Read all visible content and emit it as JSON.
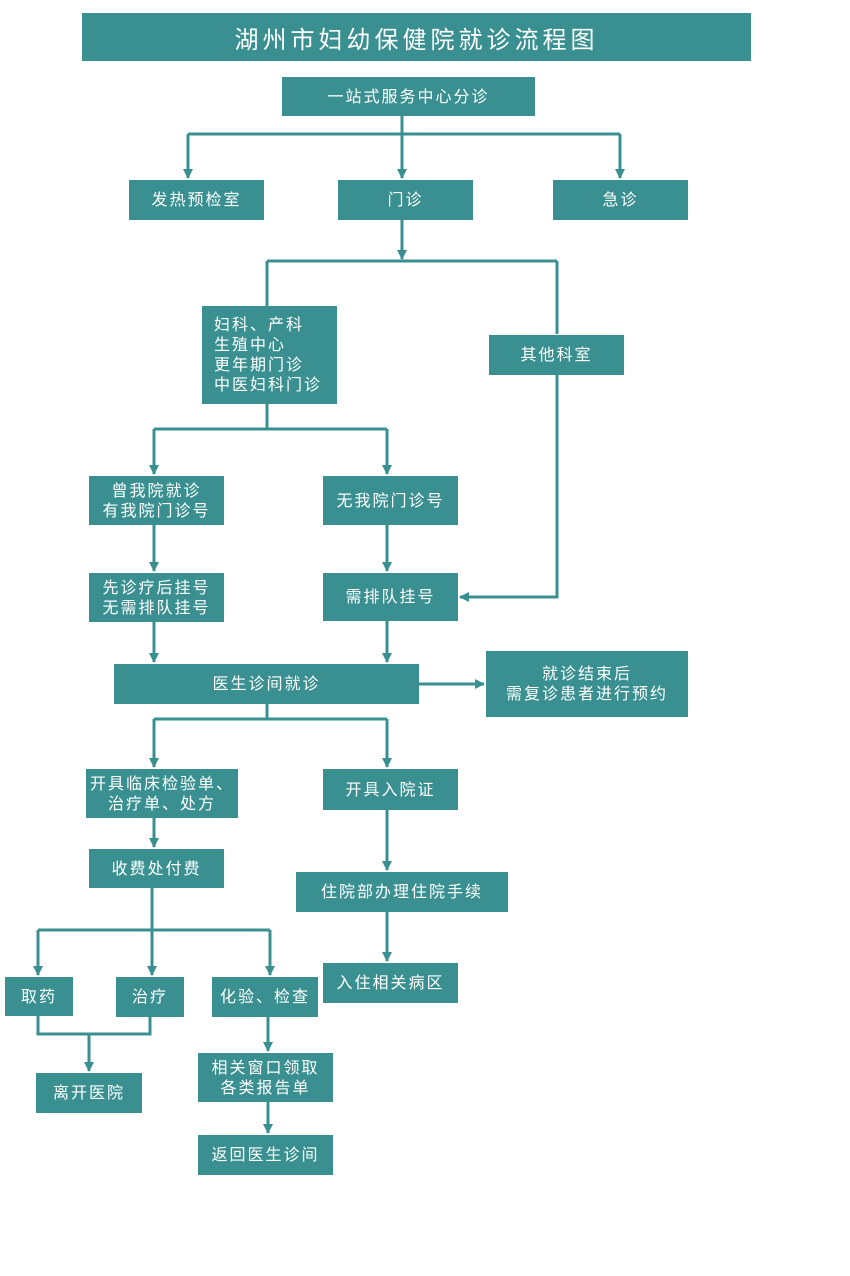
{
  "title": "湖州市妇幼保健院就诊流程图",
  "colors": {
    "accent": "#3a9090",
    "text": "#ffffff",
    "background": "#ffffff"
  },
  "nodes": {
    "triage": "一站式服务中心分诊",
    "fever": "发热预检室",
    "outpatient": "门诊",
    "emergency": "急诊",
    "gyn": "妇科、产科\n生殖中心\n更年期门诊\n中医妇科门诊",
    "other": "其他科室",
    "has_number": "曾我院就诊\n有我院门诊号",
    "no_number": "无我院门诊号",
    "treat_first": "先诊疗后挂号\n无需排队挂号",
    "queue": "需排队挂号",
    "doctor": "医生诊间就诊",
    "followup": "就诊结束后\n需复诊患者进行预约",
    "prescribe": "开具临床检验单、\n治疗单、处方",
    "admission": "开具入院证",
    "payment": "收费处付费",
    "inpatient_proc": "住院部办理住院手续",
    "ward": "入住相关病区",
    "medicine": "取药",
    "treatment": "治疗",
    "tests": "化验、检查",
    "reports": "相关窗口领取\n各类报告单",
    "leave": "离开医院",
    "return": "返回医生诊间"
  }
}
